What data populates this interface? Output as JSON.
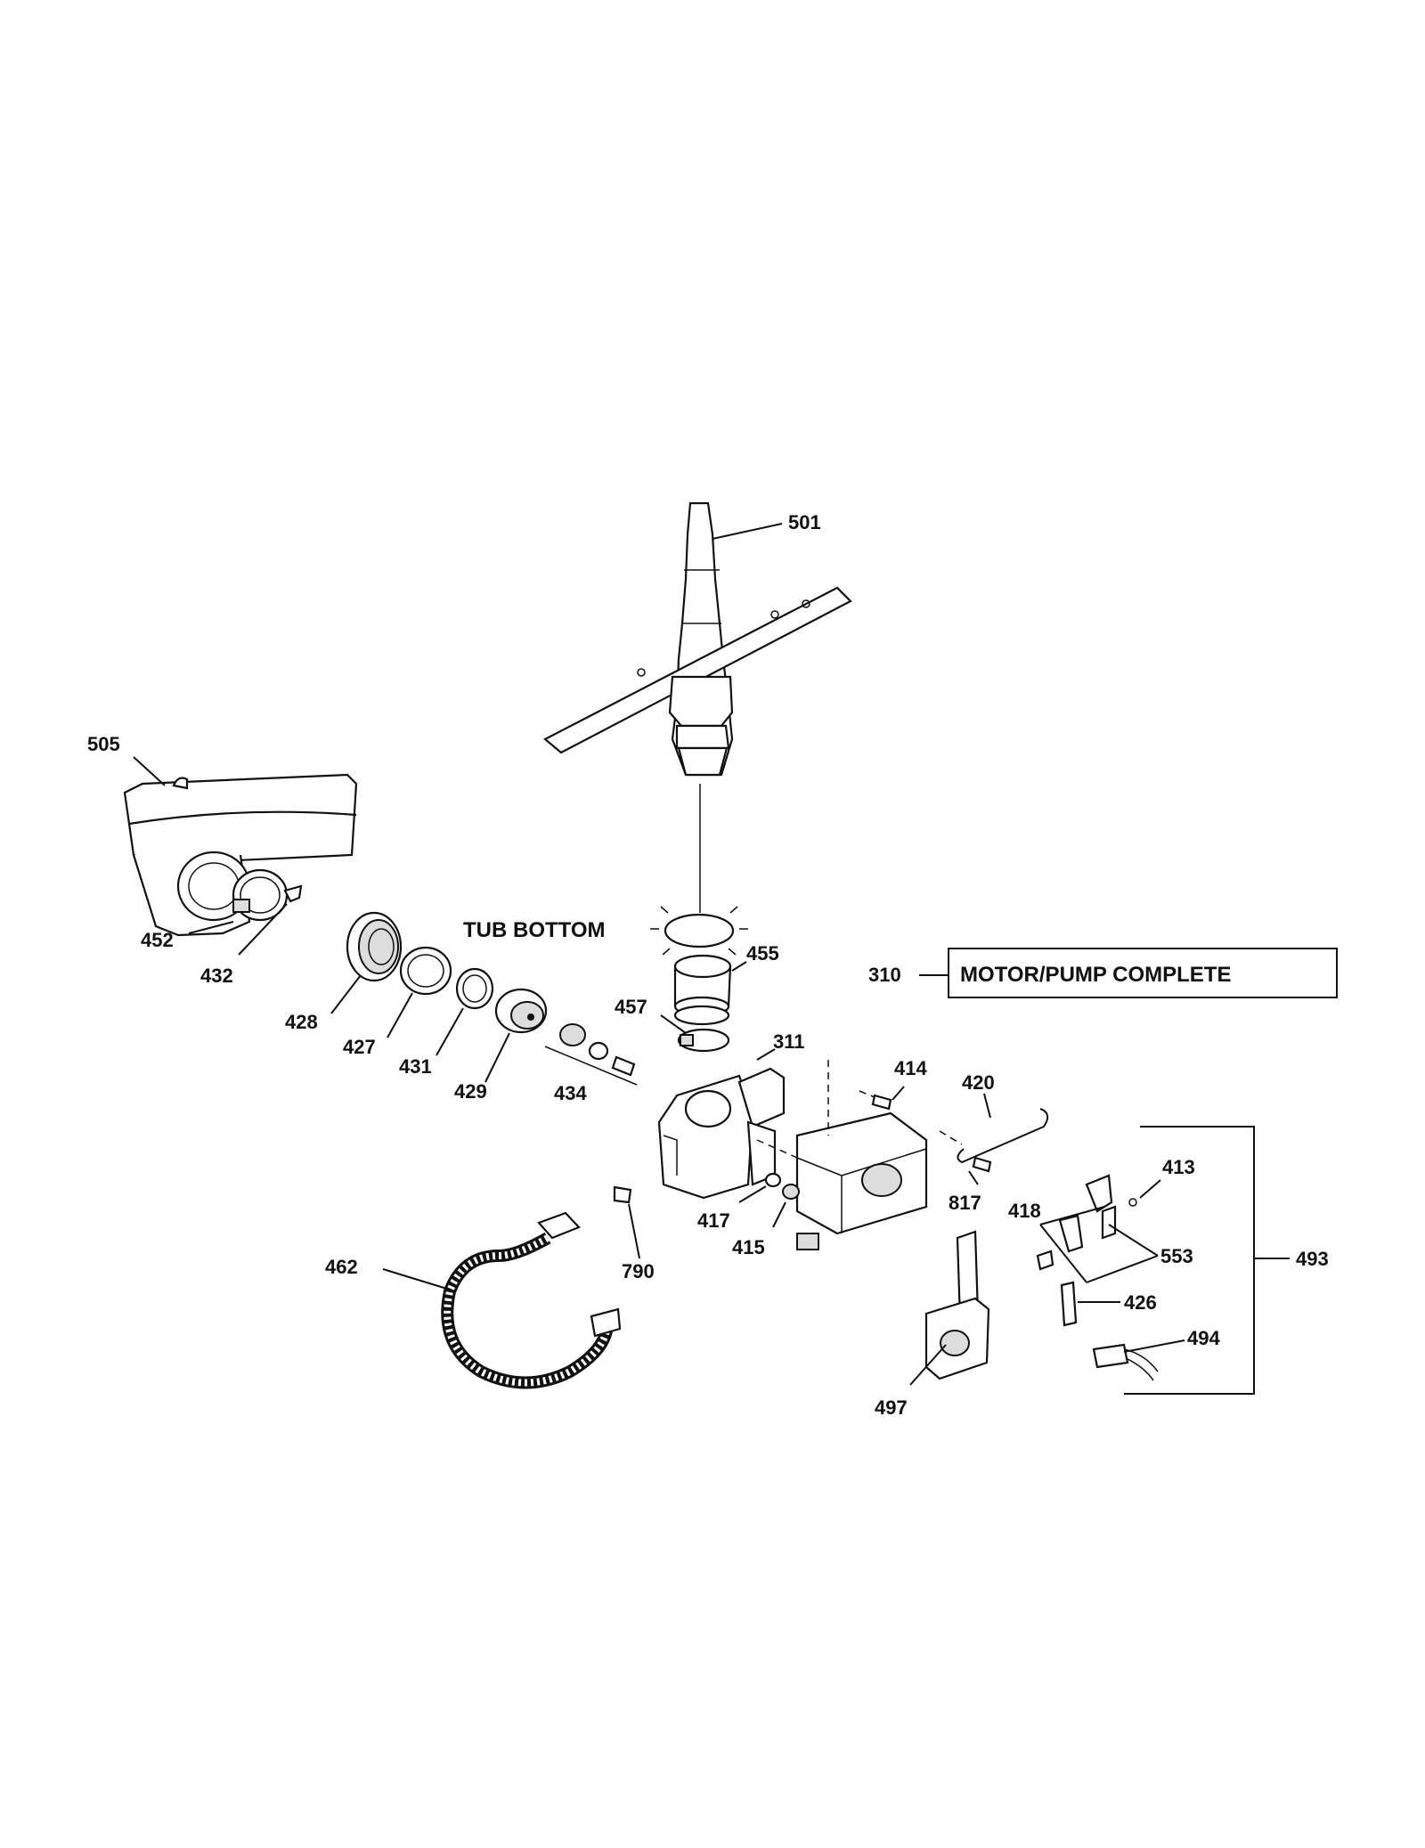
{
  "labels": {
    "p501": "501",
    "p505": "505",
    "p452": "452",
    "p432": "432",
    "p428": "428",
    "p427": "427",
    "p431": "431",
    "p429": "429",
    "p434": "434",
    "p455": "455",
    "p457": "457",
    "p311": "311",
    "p310": "310",
    "p414": "414",
    "p420": "420",
    "p418": "418",
    "p413": "413",
    "p817": "817",
    "p417": "417",
    "p415": "415",
    "p790": "790",
    "p462": "462",
    "p553": "553",
    "p493": "493",
    "p426": "426",
    "p494": "494",
    "p497": "497"
  },
  "tub_bottom": "TUB BOTTOM",
  "motor_pump_box": "MOTOR/PUMP COMPLETE"
}
